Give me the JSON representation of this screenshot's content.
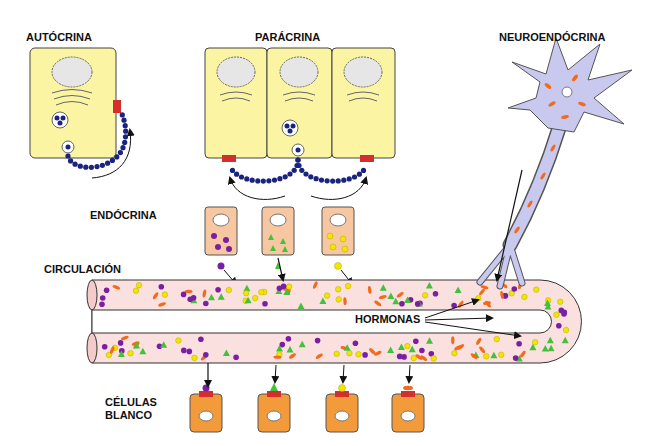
{
  "diagram": {
    "nodes": [
      {
        "text": [
          "AUTÓCRINA"
        ]
      },
      {
        "text": [
          "PARÁCRINA"
        ]
      },
      {
        "text": [
          "NEUROENDÓCRINA"
        ]
      },
      {
        "text": [
          "ENDÓCRINA"
        ]
      },
      {
        "text": [
          "CIRCULACIÓN"
        ]
      },
      {
        "text": [
          "CÉLULAS BLANCO"
        ]
      }
    ],
    "edges": [
      {
        "from": 3,
        "to": 4,
        "arrow": "to"
      },
      {
        "from": 2,
        "to": 4,
        "arrow": "to"
      },
      {
        "from": 4,
        "to": 5,
        "arrow": "to"
      }
    ],
    "labels": [
      "HORMONAS"
    ]
  }
}
